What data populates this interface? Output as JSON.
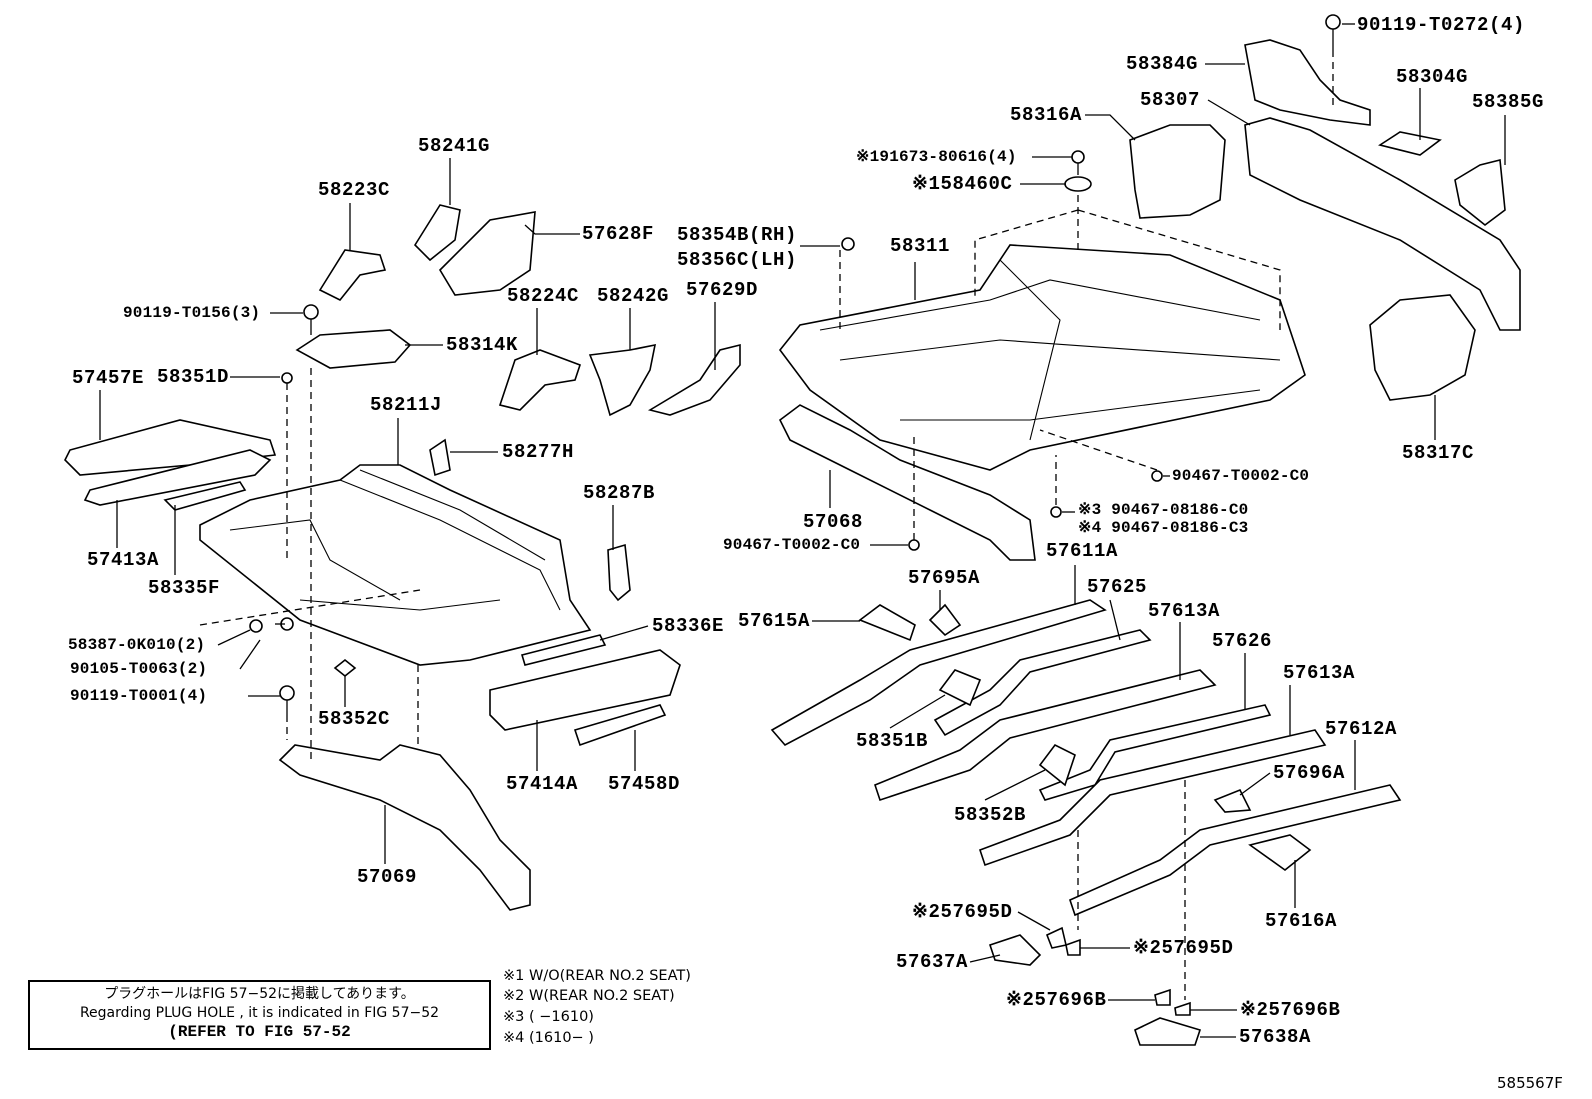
{
  "labels": [
    "90119-T0272(4)",
    "58384G",
    "58304G",
    "58307",
    "58385G",
    "58316A",
    "※191673-80616(4)",
    "※158460C",
    "58241G",
    "58223C",
    "57628F",
    "58354B(RH)",
    "58356C(LH)",
    "58311",
    "58224C",
    "58242G",
    "57629D",
    "90119-T0156(3)",
    "58314K",
    "57457E",
    "58351D",
    "58211J",
    "58317C",
    "58277H",
    "90467-T0002-C0",
    "58287B",
    "※3 90467-08186-C0",
    "※4 90467-08186-C3",
    "57068",
    "90467-T0002-C0",
    "57611A",
    "57413A",
    "57695A",
    "58335F",
    "57625",
    "57613A",
    "57615A",
    "58387-0K010(2)",
    "58336E",
    "57626",
    "90105-T0063(2)",
    "57613A",
    "90119-T0001(4)",
    "58352C",
    "57612A",
    "58351B",
    "57414A",
    "57458D",
    "57696A",
    "58352B",
    "57069",
    "57616A",
    "※257695D",
    "※257695D",
    "57637A",
    "※257696B",
    "※257696B",
    "57638A"
  ],
  "note": {
    "line_jp": "プラグホールはFIG 57−52に掲載してあります。",
    "line_en": "Regarding  PLUG  HOLE , it is indicated in FIG  57−52",
    "line_ref": "(REFER TO FIG 57-52"
  },
  "footnotes": [
    "※1 W/O(REAR NO.2 SEAT)",
    "※2 W(REAR NO.2 SEAT)",
    "※3 (       −1610)",
    "※4 (1610−       )"
  ],
  "figure_number": "585567F"
}
